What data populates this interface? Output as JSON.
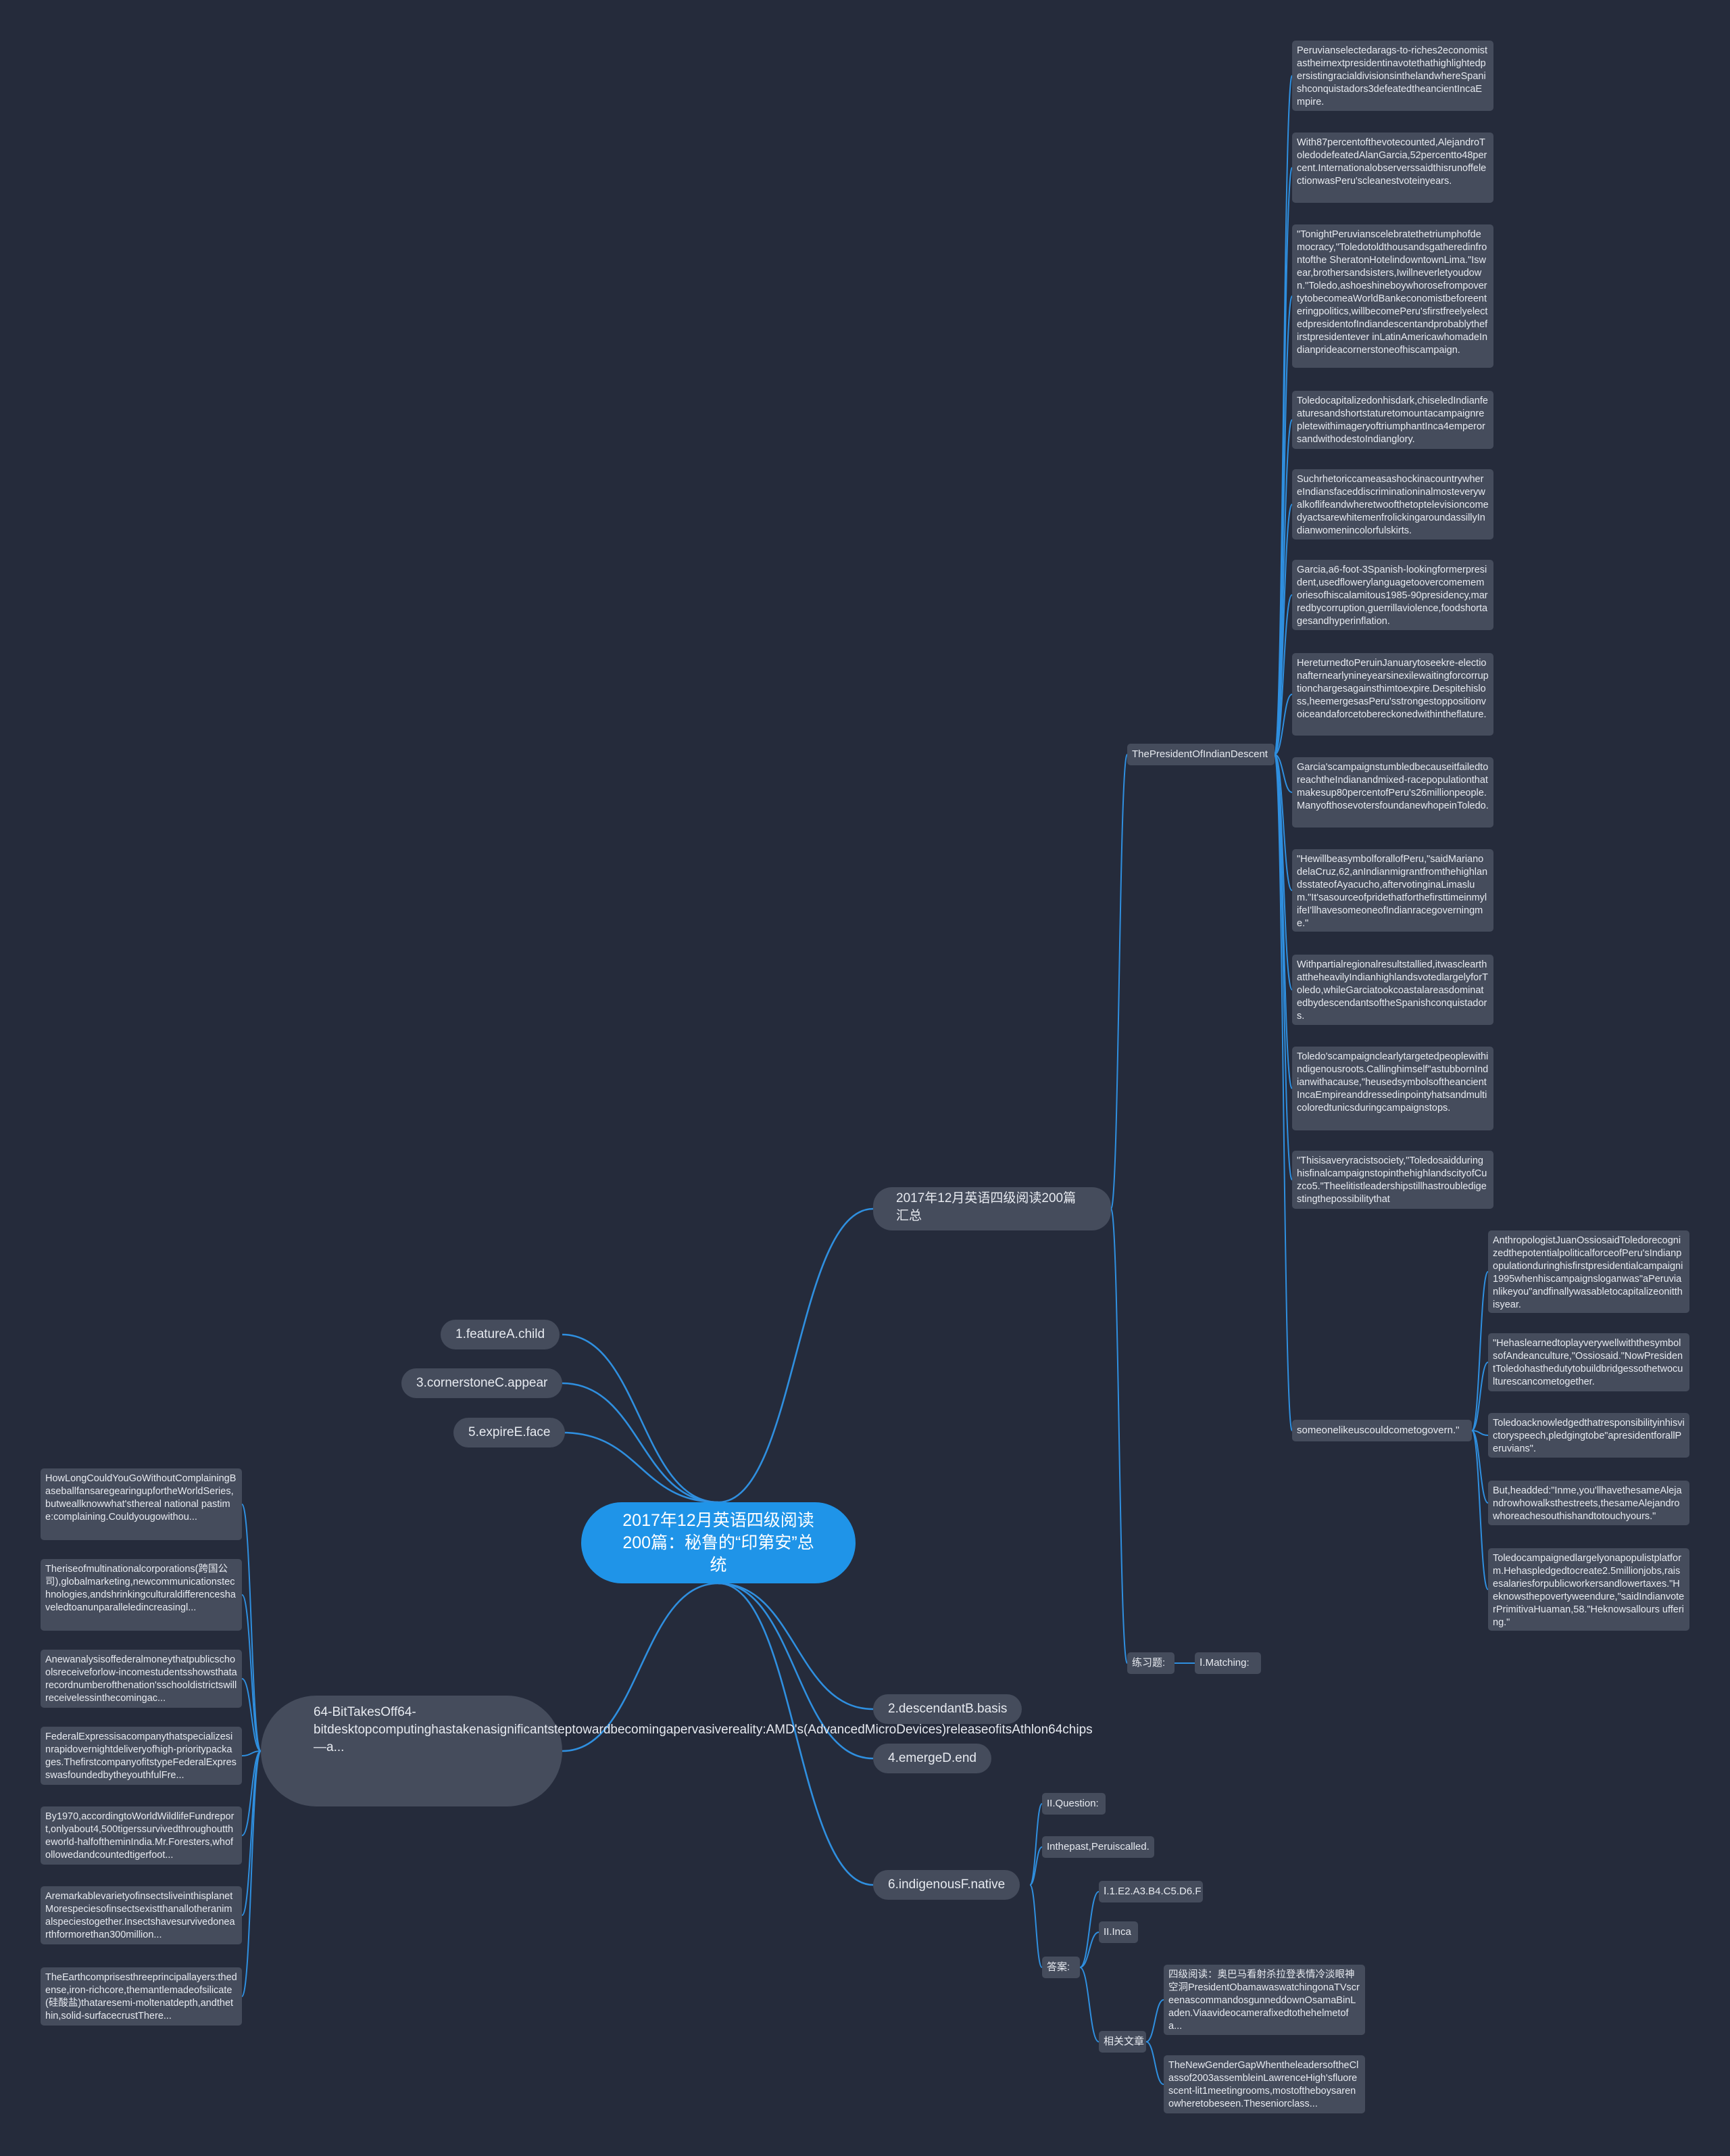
{
  "center": "2017年12月英语四级阅读200篇：秘鲁的“印第安”总统",
  "left_items": [
    "1.featureA.child",
    "3.cornerstoneC.appear",
    "5.expireE.face"
  ],
  "big_node": "64-BitTakesOff64-bitdesktopcomputinghastakenasignificantsteptowardbecomingapervasivereality:AMD's(AdvancedMicroDevices)releaseofitsAthlon64chips—a...",
  "left_notes": [
    "HowLongCouldYouGoWithoutComplainingBaseballfansaregearingupfortheWorldSeries,butweallknowwhat'sthereal national pastime:complaining.Couldyougowithou...",
    "Theriseofmultinationalcorporations(跨国公司),globalmarketing,newcommunicationstechnologies,andshrinkingculturaldifferenceshaveledtoanunparalleledincreasingl...",
    "Anewanalysisoffederalmoneythatpublicschoolsreceiveforlow-incomestudentsshowsthatarecordnumberofthenation'sschooldistrictswillreceivelessinthecomingac...",
    "FederalExpressisacompanythatspecializesinrapidovernightdeliveryofhigh-prioritypackages.ThefirstcompanyofitstypeFederalExpresswasfoundedbytheyouthfulFre...",
    "By1970,accordingtoWorldWildlifeFundreport,onlyabout4,500tigerssurvivedthroughouttheworld-halfoftheminIndia.Mr.Foresters,whofollowedandcountedtigerfoot...",
    "AremarkablevarietyofinsectsliveinthisplanetMorespeciesofinsectsexistthanallotheranimalspeciestogether.Insectshavesurvivedonearthformorethan300million...",
    "TheEarthcomprisesthreeprincipallayers:thedense,iron-richcore,themantlemadeofsilicate(硅酸盐)thataresemi-moltenatdepth,andthethin,solid-surfacecrustThere..."
  ],
  "summary_node": "2017年12月英语四级阅读200篇汇总",
  "president_label": "ThePresidentOfIndianDescent",
  "president_notes": [
    "Peruvianselectedarags-to-riches2economistastheirnextpresidentinavotethathighlightedpersistingracialdivisionsinthelandwhereSpanishconquistadors3defeatedtheancientIncaEmpire.",
    "With87percentofthevotecounted,AlejandroToledodefeatedAlanGarcia,52percentto48percent.InternationalobserverssaidthisrunoffelectionwasPeru'scleanestvoteinyears.",
    "\"TonightPeruvianscelebratethetriumphofdemocracy,\"Toledotoldthousandsgatheredinfrontofthe SheratonHotelindowntownLima.\"Iswear,brothersandsisters,Iwillneverletyoudown.\"Toledo,ashoeshineboywhorosefrompovertytobecomeaWorldBankeconomistbeforeenteringpolitics,willbecomePeru'sfirstfreelyelectedpresidentofIndiandescentandprobablythefirstpresidentever inLatinAmericawhomadeIndianprideacornerstoneofhiscampaign.",
    "Toledocapitalizedonhisdark,chiseledIndianfeaturesandshortstaturetomountacampaignrepletewithimageryoftriumphantInca4emperorsandwithodestoIndianglory.",
    "SuchrhetoriccameasashockinacountrywhereIndiansfaceddiscriminationinalmosteverywalkoflifeandwheretwoofthetoptelevisioncomedyactsarewhitemenfrolickingaroundassillyIndianwomenincolorfulskirts.",
    "Garcia,a6-foot-3Spanish-lookingformerpresident,usedflowerylanguagetoovercomememoriesofhiscalamitous1985-90presidency,marredbycorruption,guerrillaviolence,foodshortagesandhyperinflation.",
    "HereturnedtoPeruinJanuarytoseekre-electionafternearlynineyearsinexilewaitingforcorruptionchargesagainsthimtoexpire.Despitehisloss,heemergesasPeru'sstrongestoppositionvoiceandaforcetobereckonedwithintheflature.",
    "Garcia'scampaignstumbledbecauseitfailedtoreachtheIndianandmixed-racepopulationthatmakesup80percentofPeru's26millionpeople.ManyofthosevotersfoundanewhopeinToledo.",
    "\"HewillbeasymbolforallofPeru,\"saidMarianodelaCruz,62,anIndianmigrantfromthehighlandsstateofAyacucho,aftervotinginaLimaslum.\"It'sasourceofpridethatforthefirsttimeinmylifeI'llhavesomeoneofIndianracegoverningme.\"",
    "Withpartialregionalresultstallied,itwasclearthattheheavilyIndianhighlandsvotedlargelyforToledo,whileGarciatookcoastalareasdominatedbydescendantsoftheSpanishconquistadors.",
    "Toledo'scampaignclearlytargetedpeoplewithindigenousroots.Callinghimself\"astubbornIndianwithacause,\"heusedsymbolsoftheancientIncaEmpireanddressedinpointyhatsandmulticoloredtunicsduringcampaignstops.",
    "\"Thisisaveryracistsociety,\"ToledosaidduringhisfinalcampaignstopinthehighlandscityofCuzco5.\"Theelitistleadershipstillhastroubledigestingthepossibilitythat"
  ],
  "someone_label": "someonelikeuscouldcometogovern.\"",
  "someone_notes": [
    "AnthropologistJuanOssiosaidToledorecognizedthepotentialpoliticalforceofPeru'sIndianpopulationduringhisfirstpresidentialcampaigni1995whenhiscampaignsloganwas\"aPeruvianlikeyou\"andfinallywasabletocapitalizeonitthisyear.",
    "\"HehaslearnedtoplayverywellwiththesymbolsofAndeanculture,\"Ossiosaid.\"NowPresidentToledohasthedutytobuildbridgessothetwoculturescancometogether.",
    "Toledoacknowledgedthatresponsibilityinhisvictoryspeech,pledgingtobe\"apresidentforallPeruvians\".",
    "But,headded:\"Inme,you'llhavethesameAlejandrowhowalksthestreets,thesameAlejandrowhoreachesouthishandtotouchyours.\"",
    "Toledocampaignedlargelyonapopulistplatform.Hehaspledgedtocreate2.5millionjobs,raisesalariesforpublicworkersandlowertaxes.\"Heknowsthepovertyweendure,\"saidIndianvoterPrimitivaHuaman,58.\"Heknowsallours uffering.\""
  ],
  "exercise_label": "练习题:",
  "matching_label": "Ⅰ.Matching:",
  "right_items": [
    "2.descendantB.basis",
    "4.emergeD.end",
    "6.indigenousF.native"
  ],
  "native_children": [
    "II.Question:",
    "Inthepast,Peruiscalled.",
    "答案:"
  ],
  "answer_children": [
    "Ⅰ.1.E2.A3.B4.C5.D6.F",
    "II.Inca",
    "相关文章"
  ],
  "related_articles": [
    "四级阅读：奥巴马看射杀拉登表情冷淡眼神空洞PresidentObamawaswatchingonaTVscreenascommandosgunneddownOsamaBinLaden.Viaavideocamerafixedtothehelmetofa...",
    "TheNewGenderGapWhentheleadersoftheClassof2003assembleinLawrenceHigh'sfluorescent-lit1meetingrooms,mostoftheboysarenowheretobeseen.Theseniorclass..."
  ],
  "colors": {
    "background": "#252b3b",
    "node": "#454c5c",
    "center": "#1f94e8",
    "edge": "#2f8fdf",
    "text": "#e7eaf0"
  }
}
